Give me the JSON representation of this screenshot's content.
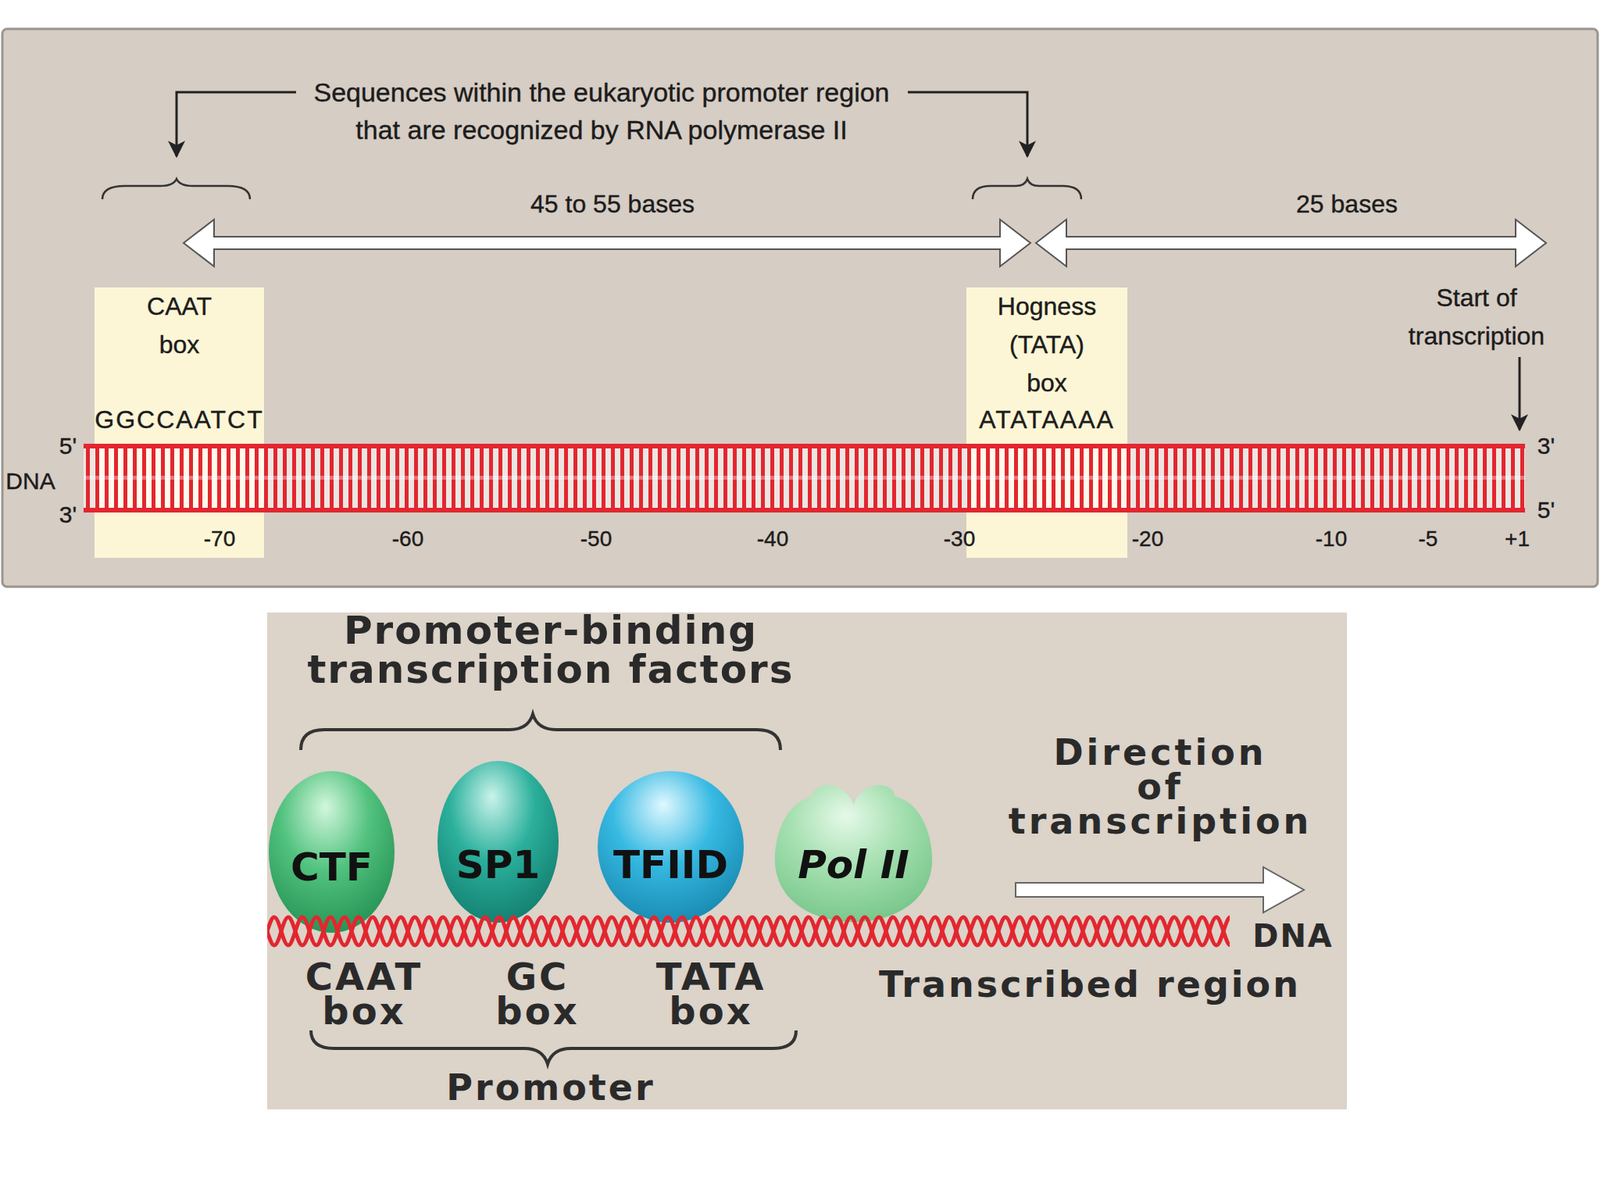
{
  "diagram": {
    "nodes": [
      {
        "text": [
          "CAAT box",
          "GGCCAATCT"
        ]
      },
      {
        "text": [
          "Hogness (TATA) box",
          "ATATAAAA"
        ]
      },
      {
        "text": [
          "CTF"
        ]
      },
      {
        "text": [
          "SP1"
        ]
      },
      {
        "text": [
          "TFIID"
        ]
      },
      {
        "text": [
          "Pol II"
        ]
      }
    ],
    "labels": [
      "Sequences within the eukaryotic promoter region that are recognized by RNA polymerase II",
      "45 to 55 bases",
      "25 bases",
      "Start of transcription",
      "5'",
      "DNA",
      "3'",
      "3'",
      "5'",
      "-70",
      "-60",
      "-50",
      "-40",
      "-30",
      "-20",
      "-10",
      "-5",
      "+1",
      "Promoter-binding transcription factors",
      "Direction of transcription",
      "DNA",
      "CAAT box",
      "GC box",
      "TATA box",
      "Transcribed region",
      "Promoter"
    ]
  }
}
